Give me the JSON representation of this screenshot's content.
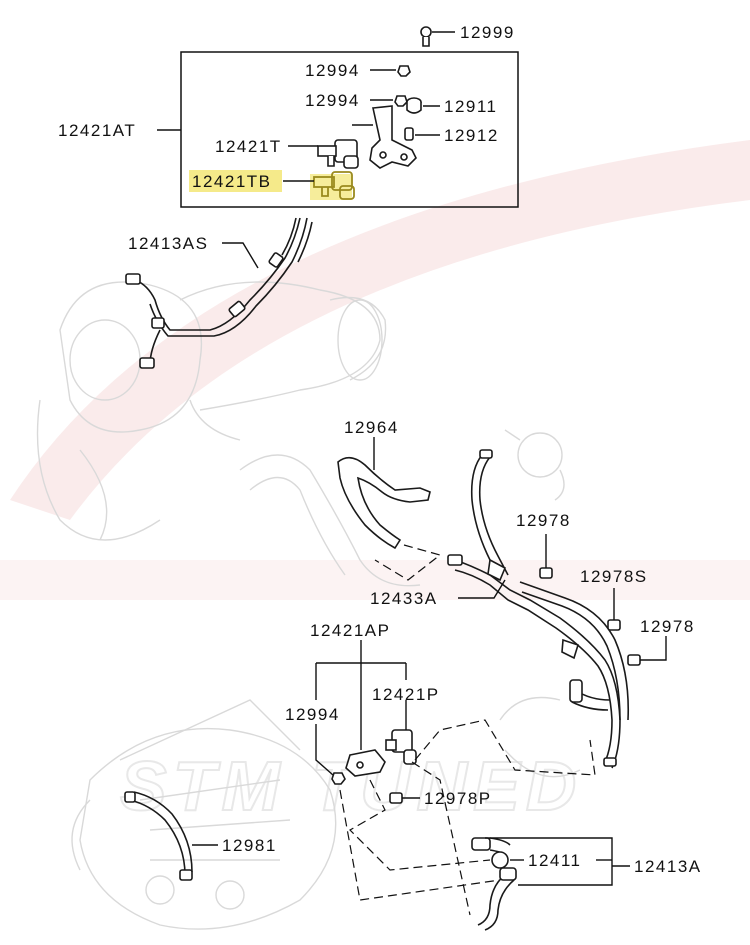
{
  "colors": {
    "highlight_fill": "#f5ea8a",
    "highlight_part": "#9a8a1e",
    "line": "#111111",
    "ghost": "#d9d9d9",
    "watermark": "#f3d2d2"
  },
  "labels": {
    "p12999": "12999",
    "p12994_top": "12994",
    "p12994_mid": "12994",
    "p12911": "12911",
    "p12912": "12912",
    "p12421AT": "12421AT",
    "p12421T": "12421T",
    "p12421TB": "12421TB",
    "p12413AS": "12413AS",
    "p12964": "12964",
    "p12978_a": "12978",
    "p12978S": "12978S",
    "p12978_b": "12978",
    "p12433A": "12433A",
    "p12421AP": "12421AP",
    "p12421P": "12421P",
    "p12994_low": "12994",
    "p12978P": "12978P",
    "p12981": "12981",
    "p12411": "12411",
    "p12413A": "12413A"
  },
  "watermark_text": "STM TUNED"
}
